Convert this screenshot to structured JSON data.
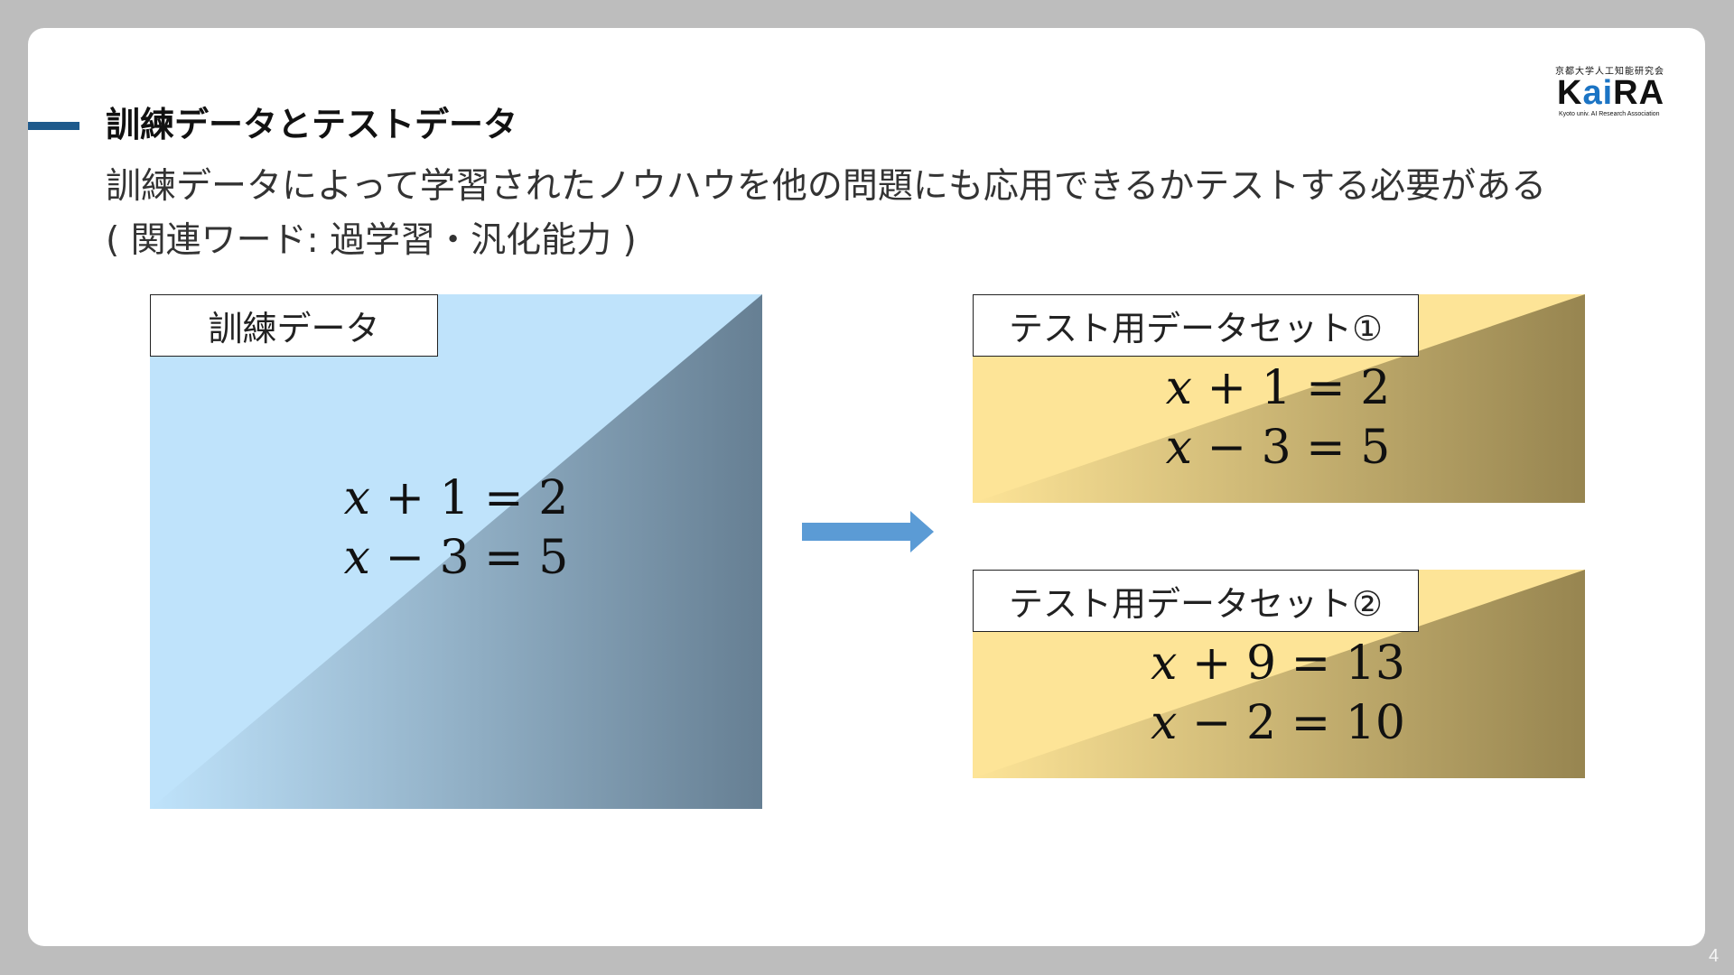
{
  "title": "訓練データとテストデータ",
  "subtitle_line1": "訓練データによって学習されたノウハウを他の問題にも応用できるかテストする必要がある",
  "subtitle_line2": "( 関連ワード: 過学習・汎化能力 )",
  "logo": {
    "small_text": "京都大学人工知能研究会",
    "main_prefix": "K",
    "main_accent": "ai",
    "main_suffix": "RA",
    "sub_text": "Kyoto univ. AI Research Association"
  },
  "training": {
    "label": "訓練データ",
    "eq1_var": "x",
    "eq1_rest": " + 1 = 2",
    "eq2_var": "x",
    "eq2_rest": "  − 3 = 5"
  },
  "test1": {
    "label": "テスト用データセット①",
    "eq1_var": "x",
    "eq1_rest": " + 1 = 2",
    "eq2_var": "x",
    "eq2_rest": "  − 3 = 5"
  },
  "test2": {
    "label": "テスト用データセット②",
    "eq1_var": "x",
    "eq1_rest": " + 9 = 13",
    "eq2_var": "x",
    "eq2_rest": "  − 2 = 10"
  },
  "page_number": "4",
  "colors": {
    "title_bar": "#1e5a8c",
    "arrow": "#5b9bd5",
    "training_light": "#bfe3fb",
    "training_dark": "#667f93",
    "test_light": "#fde497",
    "test_dark": "#978550"
  }
}
